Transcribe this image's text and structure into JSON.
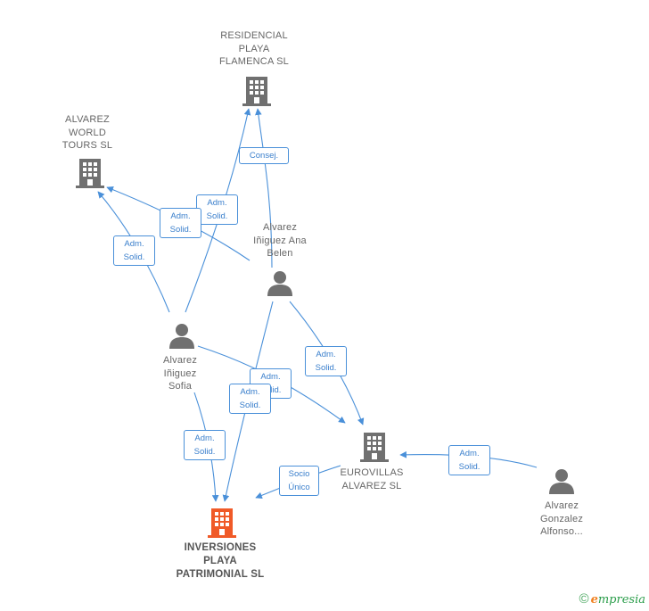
{
  "nodes": {
    "residencial": {
      "label": [
        "RESIDENCIAL",
        "PLAYA",
        "FLAMENCA SL"
      ],
      "kind": "company"
    },
    "alvarez_world": {
      "label": [
        "ALVAREZ",
        "WORLD",
        "TOURS SL"
      ],
      "kind": "company"
    },
    "ana_belen": {
      "label": [
        "Alvarez",
        "Iñiguez Ana",
        "Belen"
      ],
      "kind": "person"
    },
    "sofia": {
      "label": [
        "Alvarez",
        "Iñiguez",
        "Sofia"
      ],
      "kind": "person"
    },
    "eurovillas": {
      "label": [
        "EUROVILLAS",
        "ALVAREZ SL"
      ],
      "kind": "company"
    },
    "gonzalez": {
      "label": [
        "Alvarez",
        "Gonzalez",
        "Alfonso..."
      ],
      "kind": "person"
    },
    "inversiones": {
      "label": [
        "INVERSIONES",
        "PLAYA",
        "PATRIMONIAL SL"
      ],
      "kind": "company-primary"
    }
  },
  "badges": {
    "consej": [
      "Consej."
    ],
    "adm_solid_1": [
      "Adm.",
      "Solid."
    ],
    "adm_solid_2": [
      "Adm.",
      "Solid."
    ],
    "adm_solid_3": [
      "Adm.",
      "Solid."
    ],
    "adm_solid_4": [
      "Adm.",
      "Solid."
    ],
    "adm_solid_5": [
      "Adm.",
      "Solid."
    ],
    "adm_solid_6": [
      "Adm.",
      "Solid."
    ],
    "adm_solid_7": [
      "Adm.",
      "Solid."
    ],
    "adm_solid_8": [
      "Adm.",
      "Solid."
    ],
    "socio_unico": [
      "Socio",
      "Único"
    ]
  },
  "colors": {
    "edge": "#4a90d9",
    "node_icon": "#707070",
    "primary_icon": "#f05a28"
  },
  "footer": {
    "copyright": "©",
    "brand_initial": "e",
    "brand_rest": "mpresia"
  }
}
